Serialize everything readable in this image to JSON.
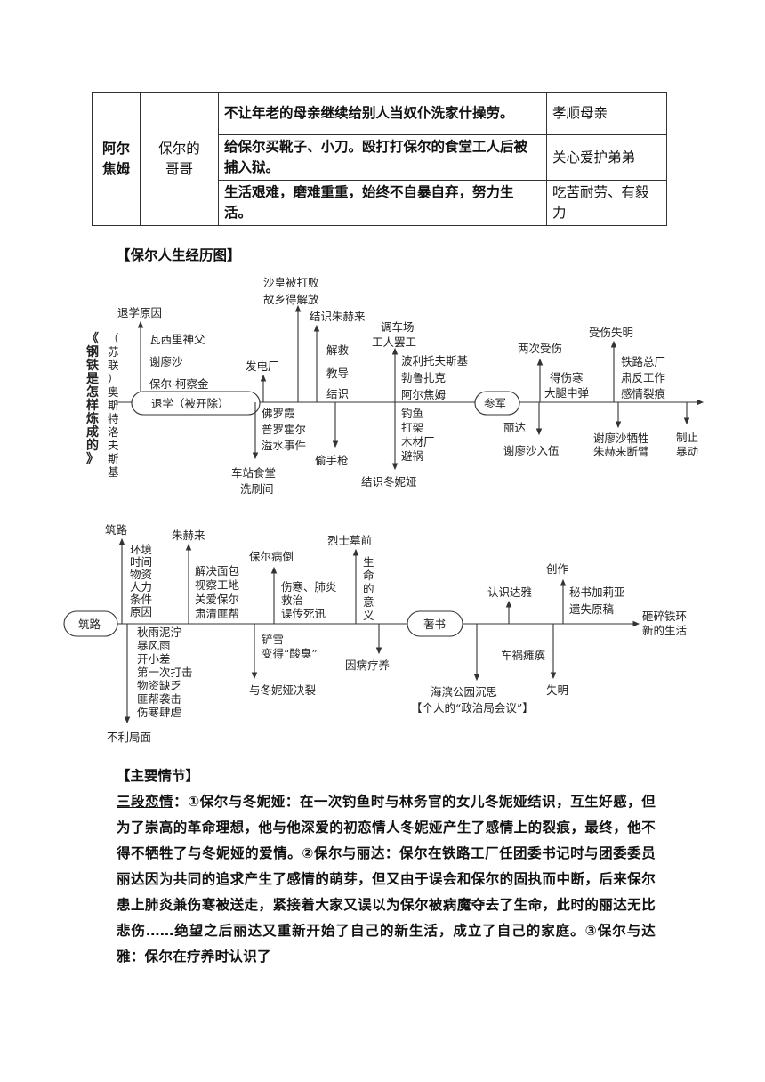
{
  "table": {
    "name": "阿尔\n焦姆",
    "relation": "保尔的\n哥哥",
    "rows": [
      {
        "event": "不让年老的母亲继续给别人当奴仆洗家什操劳。",
        "trait": "孝顺母亲"
      },
      {
        "event": "给保尔买靴子、小刀。殴打打保尔的食堂工人后被捕入狱。",
        "trait": "关心爱护弟弟"
      },
      {
        "event": "生活艰难，磨难重重，始终不自暴自弃，努力生活。",
        "trait": "吃苦耐劳、有毅力"
      }
    ]
  },
  "section1": {
    "title": "【保尔人生经历图】"
  },
  "diagram1": {
    "book_title": "《钢铁是怎样炼成的》",
    "author": "（苏联）奥斯特洛夫斯基",
    "box_expelled": "退学（被开除）",
    "box_army": "参军",
    "quit_reason": "退学原因",
    "quit_people": [
      "瓦西里神父",
      "谢廖沙",
      "保尔·柯察金"
    ],
    "power_plant": "发电厂",
    "tsar_1": "沙皇被打败",
    "tsar_2": "故乡得解放",
    "zhu_hei_lai": "结识朱赫来",
    "zhu_acts": [
      "解救",
      "教导",
      "结识"
    ],
    "transfer_1": "调车场",
    "transfer_2": "工人罢工",
    "transfer_people": [
      "波利托夫斯基",
      "勃鲁扎克",
      "阿尔焦姆"
    ],
    "wounded": "两次受伤",
    "typhus_1": "得伤寒",
    "typhus_2": "大腿中弹",
    "blind": "受伤失明",
    "rail_work": [
      "铁路总厂",
      "肃反工作",
      "感情裂痕"
    ],
    "froya": [
      "佛罗霞",
      "普罗霍尔",
      "溢水事件"
    ],
    "station_1": "车站食堂",
    "station_2": "洗刷间",
    "steal_gun": "偷手枪",
    "fishing": [
      "钓鱼",
      "打架",
      "木材厂",
      "避祸"
    ],
    "meet_tonya": "结识冬妮娅",
    "rita": "丽达",
    "serezha_join": "谢廖沙入伍",
    "sacrifice_1": "谢廖沙牺牲",
    "sacrifice_2": "朱赫来断臂",
    "stop_1": "制止",
    "stop_2": "暴动"
  },
  "diagram2": {
    "box_road": "筑路",
    "box_write": "著书",
    "road_top": "筑路",
    "env": [
      "环境",
      "时间",
      "物资",
      "人力",
      "条件",
      "原因"
    ],
    "zhu": "朱赫来",
    "solve": [
      "解决面包",
      "视察工地",
      "关爱保尔",
      "肃清匪帮"
    ],
    "ill": "保尔病倒",
    "ill_items": [
      "伤寒、肺炎",
      "救治",
      "误传死讯"
    ],
    "grave": "烈士墓前",
    "meaning": "生命的意义",
    "know_daya": "认识达雅",
    "create": "创作",
    "secretary_1": "秘书加莉亚",
    "secretary_2": "遗失原稿",
    "smash_1": "砸碎铁环",
    "smash_2": "新的生活",
    "autumn": [
      "秋雨泥泞",
      "暴风雨",
      "开小差",
      "第一次打击",
      "物资缺乏",
      "匪帮袭击",
      "伤寒肆虐"
    ],
    "unfavorable": "不利局面",
    "shovel_1": "铲雪",
    "shovel_2": "变得“酸臭”",
    "break_tonya": "与冬妮娅决裂",
    "sick_rest": "因病疗养",
    "paralysis": "车祸瘫痪",
    "blind2": "失明",
    "park_1": "海滨公园沉思",
    "park_2": "【个人的“政治局会议”】"
  },
  "section2": {
    "title": "【主要情节】"
  },
  "plot": {
    "term": "三段恋情",
    "text": "：①保尔与冬妮娅：在一次钓鱼时与林务官的女儿冬妮娅结识，互生好感，但为了崇高的革命理想，他与他深爱的初恋情人冬妮娅产生了感情上的裂痕，最终，他不得不牺牲了与冬妮娅的爱情。②保尔与丽达：保尔在铁路工厂任团委书记时与团委委员丽达因为共同的追求产生了感情的萌芽，但又由于误会和保尔的固执而中断，后来保尔患上肺炎兼伤寒被送走，紧接着大家又误以为保尔被病魔夺去了生命，此时的丽达无比悲伤……绝望之后丽达又重新开始了自己的新生活，成立了自己的家庭。③保尔与达雅：保尔在疗养时认识了"
  }
}
